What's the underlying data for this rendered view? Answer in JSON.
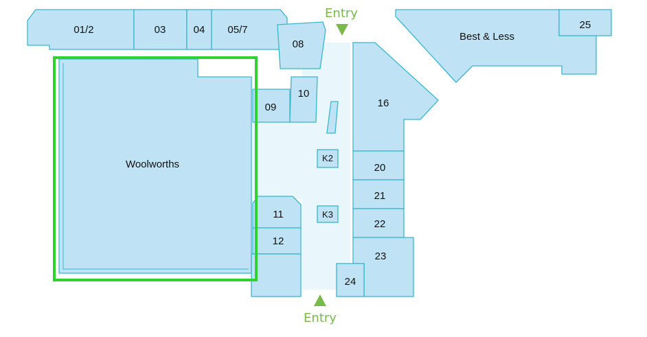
{
  "map": {
    "accent_color": "#79b94a",
    "highlight_color": "#2fd22f",
    "shop_fill": "#bfe3f4",
    "shop_stroke": "#35b6cf",
    "walkway_fill": "#e9f6fb",
    "entries": {
      "top": "Entry",
      "bottom": "Entry"
    },
    "shops": {
      "s01_2": "01/2",
      "s03": "03",
      "s04": "04",
      "s05_7": "05/7",
      "s08": "08",
      "s09": "09",
      "s10": "10",
      "s11": "11",
      "s12": "12",
      "s16": "16",
      "s20": "20",
      "s21": "21",
      "s22": "22",
      "s23": "23",
      "s24": "24",
      "s25": "25",
      "k2": "K2",
      "k3": "K3",
      "woolworths": "Woolworths",
      "best_less": "Best & Less"
    },
    "highlighted_shop": "Woolworths"
  }
}
